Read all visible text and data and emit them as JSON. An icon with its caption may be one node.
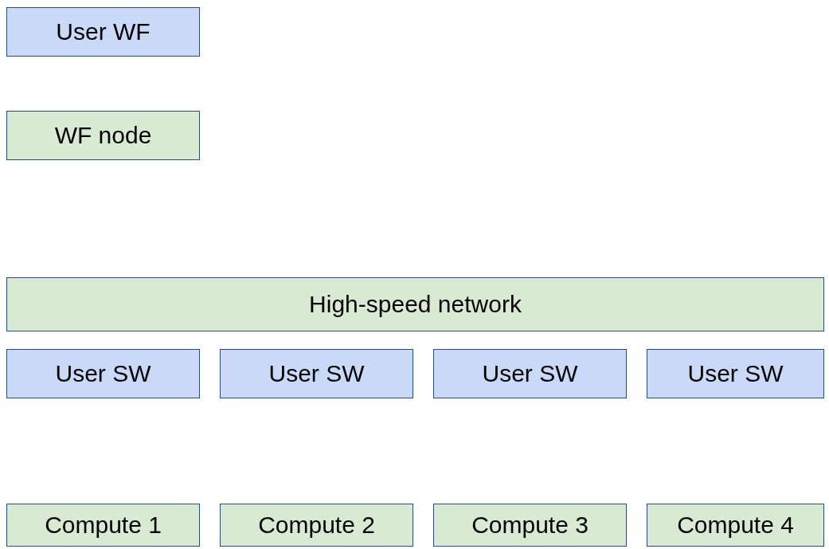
{
  "diagram": {
    "nodes": [
      {
        "text": [
          "User WF"
        ]
      },
      {
        "text": [
          "WF node"
        ]
      },
      {
        "text": [
          "High-speed network"
        ]
      },
      {
        "text": [
          "User SW"
        ]
      },
      {
        "text": [
          "User SW"
        ]
      },
      {
        "text": [
          "User SW"
        ]
      },
      {
        "text": [
          "User SW"
        ]
      },
      {
        "text": [
          "Compute 1"
        ]
      },
      {
        "text": [
          "Compute 2"
        ]
      },
      {
        "text": [
          "Compute 3"
        ]
      },
      {
        "text": [
          "Compute 4"
        ]
      }
    ]
  }
}
